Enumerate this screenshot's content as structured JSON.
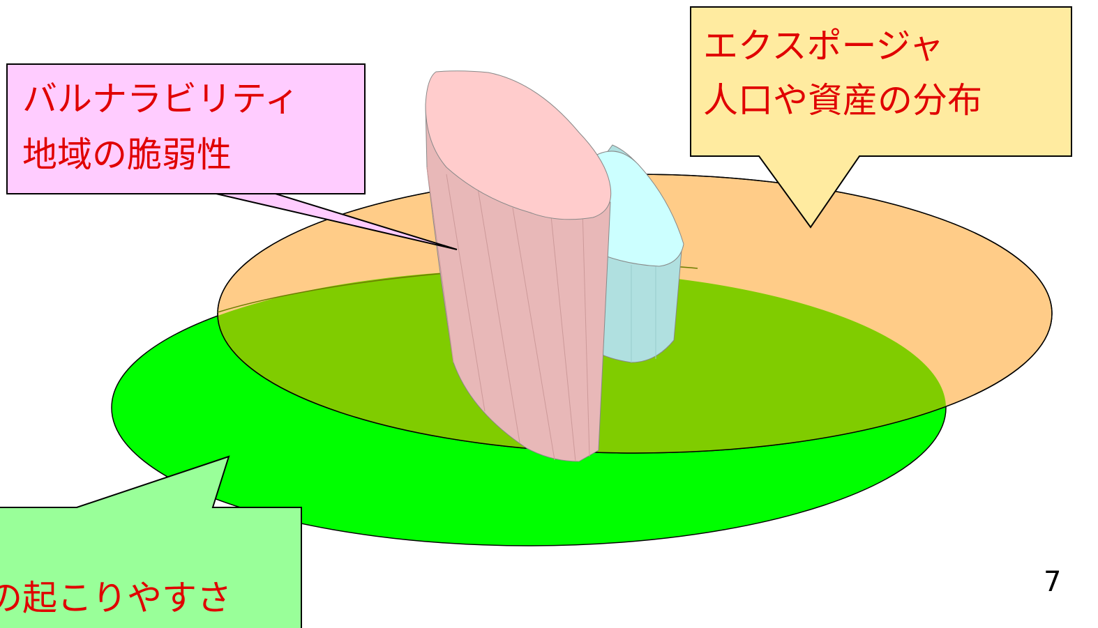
{
  "callouts": {
    "vulnerability": {
      "line1": "バルナラビリティ",
      "line2": "地域の脆弱性",
      "fill": "#ffccff"
    },
    "exposure": {
      "line1": "エクスポージャ",
      "line2": "人口や資産の分布",
      "fill": "#ffeba0"
    },
    "hazard": {
      "line1": "",
      "line2": "の起こりやすさ",
      "fill": "#99ff99"
    }
  },
  "shapes": {
    "exposure_ellipse_color": "#ffcc88",
    "hazard_ellipse_color": "#00ff00",
    "overlap_color": "#80cc00",
    "vulnerability_cylinder_color": "#f0b8b8",
    "exposure_cylinder_color": "#b8f0f0"
  },
  "text_color": "#e00000",
  "page_number": "7"
}
